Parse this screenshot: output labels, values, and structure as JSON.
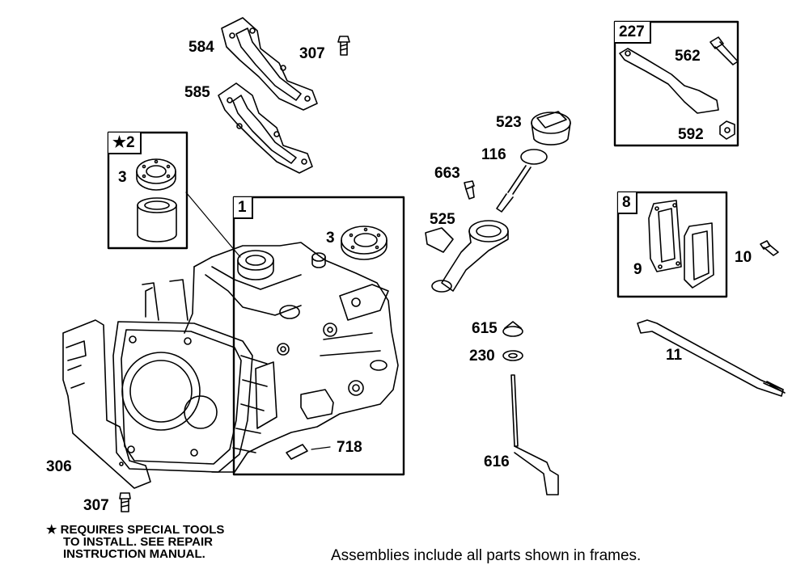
{
  "frames": {
    "frame_2": "★2",
    "frame_1": "1",
    "frame_227": "227",
    "frame_8": "8"
  },
  "parts": {
    "p584": "584",
    "p307_top": "307",
    "p585": "585",
    "p3_kit": "3",
    "p3_block": "3",
    "p523": "523",
    "p116": "116",
    "p663": "663",
    "p525": "525",
    "p562": "562",
    "p592": "592",
    "p9": "9",
    "p10": "10",
    "p615": "615",
    "p230": "230",
    "p11": "11",
    "p616": "616",
    "p718": "718",
    "p306": "306",
    "p307_bottom": "307"
  },
  "notes": {
    "special_tools_line1": "★ REQUIRES SPECIAL TOOLS",
    "special_tools_line2": "TO INSTALL.  SEE REPAIR",
    "special_tools_line3": "INSTRUCTION MANUAL."
  },
  "footer": "Assemblies include all parts shown in frames."
}
